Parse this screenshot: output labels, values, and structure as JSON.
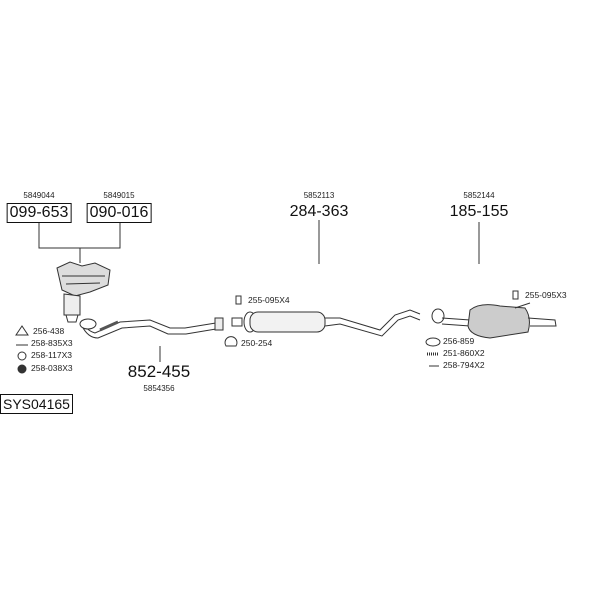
{
  "diagram_id": "SYS04165",
  "parts": {
    "manifold_a": {
      "part_no": "099-653",
      "oem": "5849044"
    },
    "manifold_b": {
      "part_no": "090-016",
      "oem": "5849015"
    },
    "front_pipe": {
      "part_no": "852-455",
      "oem": "5854356"
    },
    "middle_silencer": {
      "part_no": "284-363",
      "oem": "5852113"
    },
    "rear_silencer": {
      "part_no": "185-155",
      "oem": "5852144"
    }
  },
  "accessories": {
    "front": [
      "256-438",
      "258-835X3",
      "258-117X3",
      "258-038X3"
    ],
    "middle": [
      "255-095X4",
      "250-254"
    ],
    "rear": [
      "255-095X3",
      "256-859",
      "251-860X2",
      "258-794X2"
    ]
  }
}
